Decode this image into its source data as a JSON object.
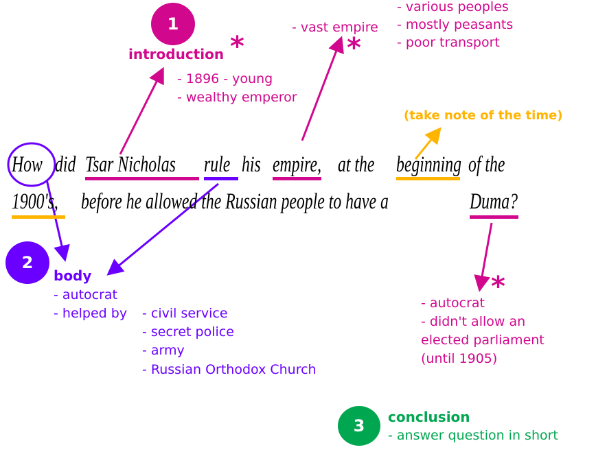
{
  "colors": {
    "magenta": "#d1088e",
    "purple": "#6a00ff",
    "yellow": "#ffb400",
    "green": "#00a650"
  },
  "question": {
    "line1": [
      "How",
      "did",
      "Tsar Nicholas",
      "rule",
      "his",
      "empire,",
      "at the",
      "beginning",
      "of the"
    ],
    "line2": [
      "1900's,",
      "before he allowed the Russian people to have a",
      "Duma?"
    ]
  },
  "intro": {
    "number": "1",
    "title": "introduction",
    "points": [
      "- 1896 - young",
      "- wealthy emperor"
    ]
  },
  "empire": {
    "point": "- vast empire",
    "details": [
      "- various peoples",
      "- mostly peasants",
      "- poor transport"
    ]
  },
  "time_note": "(take note of the time)",
  "body": {
    "number": "2",
    "title": "body",
    "points": [
      "- autocrat",
      "- helped by"
    ],
    "helpers": [
      "- civil service",
      "- secret police",
      "- army",
      "- Russian Orthodox Church"
    ]
  },
  "duma": {
    "points": [
      "- autocrat",
      "- didn't allow an",
      "elected parliament",
      "(until 1905)"
    ]
  },
  "conclusion": {
    "number": "3",
    "title": "conclusion",
    "points": [
      "- answer question in short"
    ]
  },
  "asterisk": "*"
}
